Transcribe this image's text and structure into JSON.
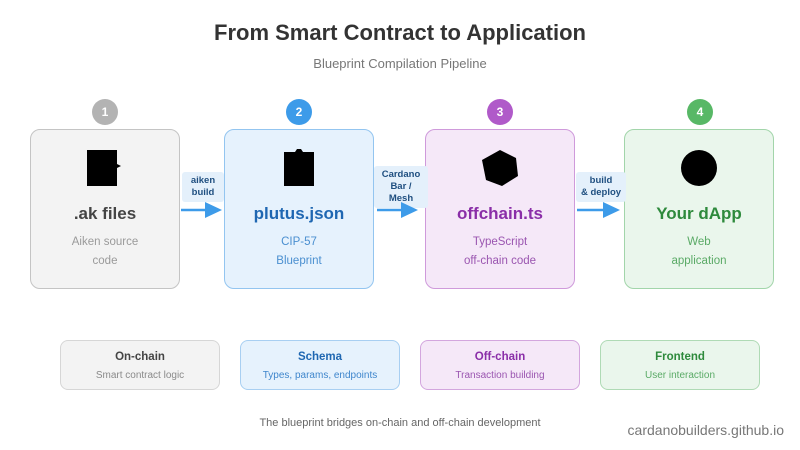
{
  "title": "From Smart Contract to Application",
  "subtitle": "Blueprint Compilation Pipeline",
  "steps": [
    {
      "number": "1",
      "name": ".ak files",
      "desc_line1": "Aiken source",
      "desc_line2": "code",
      "icon": "square-document-icon",
      "colors": {
        "badge": "#b3b3b3",
        "fill": "#f3f3f3",
        "border": "#c4c4c4",
        "name": "#444444",
        "desc": "#9a9a9a"
      }
    },
    {
      "number": "2",
      "name": "plutus.json",
      "desc_line1": "CIP-57",
      "desc_line2": "Blueprint",
      "icon": "json-file-icon",
      "colors": {
        "badge": "#3d9be9",
        "fill": "#e6f2fd",
        "border": "#93c5f0",
        "name": "#1f67b2",
        "desc": "#4a8fd0"
      }
    },
    {
      "number": "3",
      "name": "offchain.ts",
      "desc_line1": "TypeScript",
      "desc_line2": "off-chain code",
      "icon": "hexagon-icon",
      "colors": {
        "badge": "#b05ac9",
        "fill": "#f5e8f8",
        "border": "#cf9adb",
        "name": "#8a2ea8",
        "desc": "#9a55b0"
      }
    },
    {
      "number": "4",
      "name": "Your dApp",
      "desc_line1": "Web",
      "desc_line2": "application",
      "icon": "circle-app-icon",
      "colors": {
        "badge": "#58b866",
        "fill": "#eaf6ec",
        "border": "#a2d5aa",
        "name": "#2e8a3c",
        "desc": "#5aaa66"
      }
    }
  ],
  "arrows": [
    {
      "line1": "aiken",
      "line2": "build"
    },
    {
      "line1": "Cardano",
      "line2": "Bar / Mesh"
    },
    {
      "line1": "build",
      "line2": "& deploy"
    }
  ],
  "legend": [
    {
      "title": "On-chain",
      "desc": "Smart contract logic",
      "colors": {
        "fill": "#f3f3f3",
        "border": "#d6d6d6",
        "title": "#444444",
        "desc": "#8a8a8a"
      }
    },
    {
      "title": "Schema",
      "desc": "Types, params, endpoints",
      "colors": {
        "fill": "#e6f2fd",
        "border": "#a8cff2",
        "title": "#1f67b2",
        "desc": "#3f86cc"
      }
    },
    {
      "title": "Off-chain",
      "desc": "Transaction building",
      "colors": {
        "fill": "#f5e8f8",
        "border": "#d3a6de",
        "title": "#8a2ea8",
        "desc": "#9a55b0"
      }
    },
    {
      "title": "Frontend",
      "desc": "User interaction",
      "colors": {
        "fill": "#eaf6ec",
        "border": "#afdab5",
        "title": "#2e8a3c",
        "desc": "#5aaa66"
      }
    }
  ],
  "footer": "The blueprint bridges on-chain and off-chain development",
  "watermark": "cardanobuilders.github.io",
  "arrow_color": "#3d9be9"
}
